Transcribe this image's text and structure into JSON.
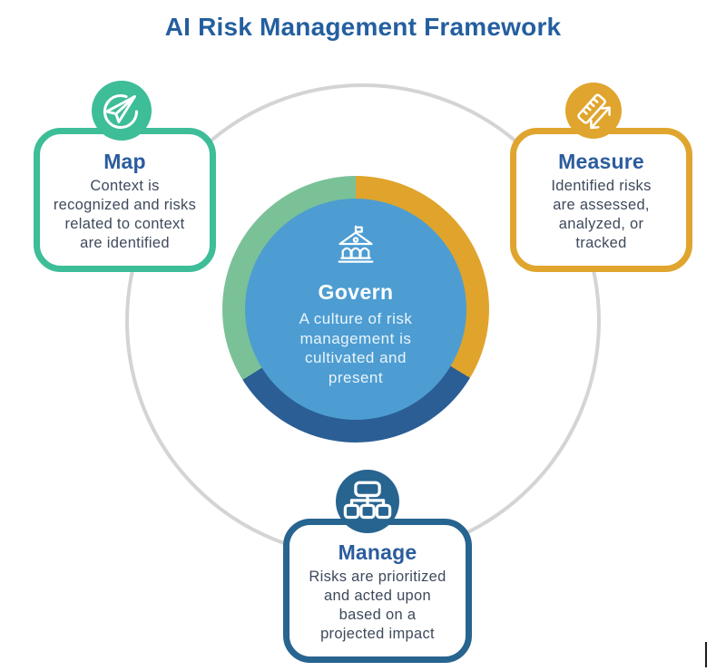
{
  "title": "AI Risk Management Framework",
  "center": {
    "heading": "Govern",
    "body": "A culture of risk\nmanagement is\ncultivated and\npresent",
    "icon": "government-building-icon"
  },
  "cards": {
    "map": {
      "heading": "Map",
      "body": "Context is\nrecognized and risks\nrelated to context\nare identified",
      "accent_color": "#3DBD98",
      "icon": "paper-plane-icon"
    },
    "measure": {
      "heading": "Measure",
      "body": "Identified risks\nare assessed,\nanalyzed, or\ntracked",
      "accent_color": "#E0A52E",
      "icon": "ruler-icon"
    },
    "manage": {
      "heading": "Manage",
      "body": "Risks are prioritized\nand acted upon\nbased on a\nprojected impact",
      "accent_color": "#276490",
      "icon": "org-chart-icon"
    }
  },
  "ring": {
    "segments": [
      {
        "label": "measure-segment",
        "color": "#E0A42C",
        "start_deg": 0,
        "end_deg": 121
      },
      {
        "label": "manage-segment",
        "color": "#2A5E94",
        "start_deg": 121,
        "end_deg": 238
      },
      {
        "label": "map-segment",
        "color": "#7AC198",
        "start_deg": 238,
        "end_deg": 360
      }
    ],
    "inner_circle_color": "#4D9DD2",
    "outer_circle_color": "#D4D4D4"
  },
  "text_colors": {
    "title": "#245F9F",
    "card_heading": "#2B5C9D",
    "card_body": "#3E4A5C"
  }
}
